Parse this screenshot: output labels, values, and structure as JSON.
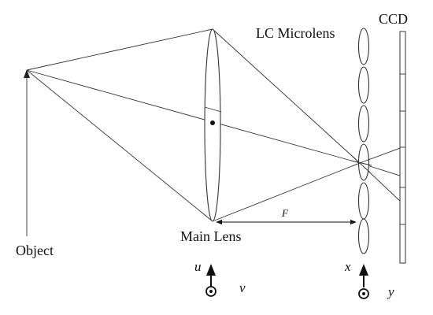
{
  "labels": {
    "ccd": "CCD",
    "microlens": "LC Microlens",
    "object": "Object",
    "main_lens": "Main Lens",
    "focal": "F",
    "u": "u",
    "v": "v",
    "x": "x",
    "y": "y"
  },
  "colors": {
    "line": "#333333",
    "text": "#111111",
    "background": "#ffffff"
  }
}
